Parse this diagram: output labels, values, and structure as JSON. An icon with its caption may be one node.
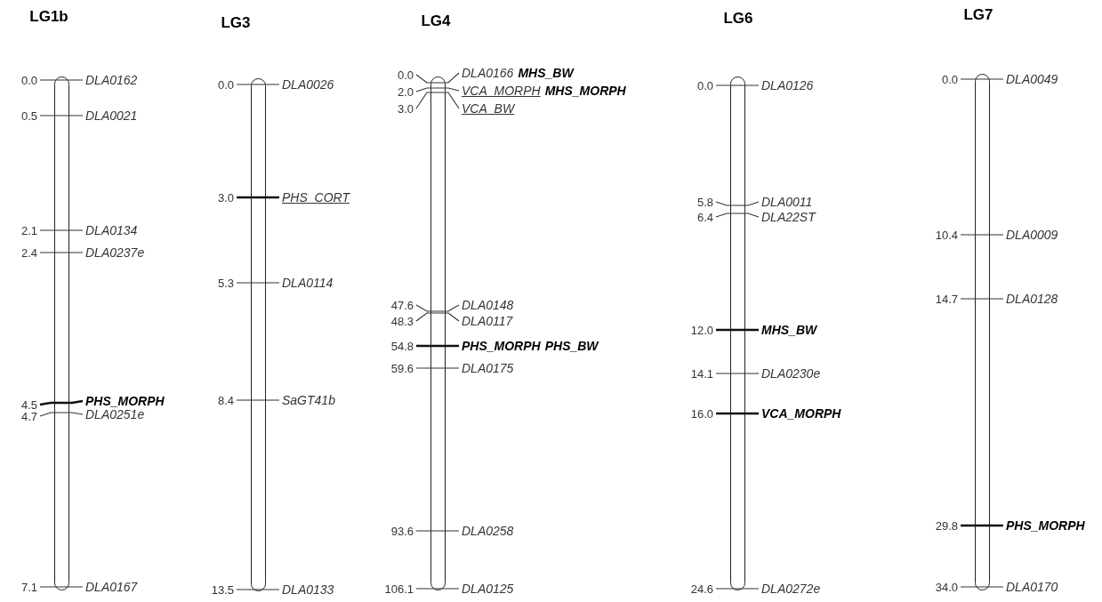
{
  "diagram": {
    "nodes": [
      {
        "text": [
          "LG1b"
        ]
      },
      {
        "text": [
          "LG3"
        ]
      },
      {
        "text": [
          "LG4"
        ]
      },
      {
        "text": [
          "LG6"
        ]
      },
      {
        "text": [
          "LG7"
        ]
      }
    ],
    "edges": [],
    "labels": [
      "0.0",
      "DLA0162",
      "0.5",
      "DLA0021",
      "2.1",
      "DLA0134",
      "2.4",
      "DLA0237e",
      "4.5",
      "PHS_MORPH",
      "4.7",
      "DLA0251e",
      "7.1",
      "DLA0167",
      "0.0",
      "DLA0026",
      "3.0",
      "PHS_CORT",
      "5.3",
      "DLA0114",
      "8.4",
      "SaGT41b",
      "13.5",
      "DLA0133",
      "0.0",
      "DLA0166",
      "MHS_BW",
      "2.0",
      "VCA_MORPH",
      "MHS_MORPH",
      "3.0",
      "VCA_BW",
      "47.6",
      "DLA0148",
      "48.3",
      "DLA0117",
      "54.8",
      "PHS_MORPH",
      "PHS_BW",
      "59.6",
      "DLA0175",
      "93.6",
      "DLA0258",
      "106.1",
      "DLA0125",
      "0.0",
      "DLA0126",
      "5.8",
      "DLA0011",
      "6.4",
      "DLA22ST",
      "12.0",
      "MHS_BW",
      "14.1",
      "DLA0230e",
      "16.0",
      "VCA_MORPH",
      "24.6",
      "DLA0272e",
      "0.0",
      "DLA0049",
      "10.4",
      "DLA0009",
      "14.7",
      "DLA0128",
      "29.8",
      "PHS_MORPH",
      "34.0",
      "DLA0170"
    ]
  }
}
